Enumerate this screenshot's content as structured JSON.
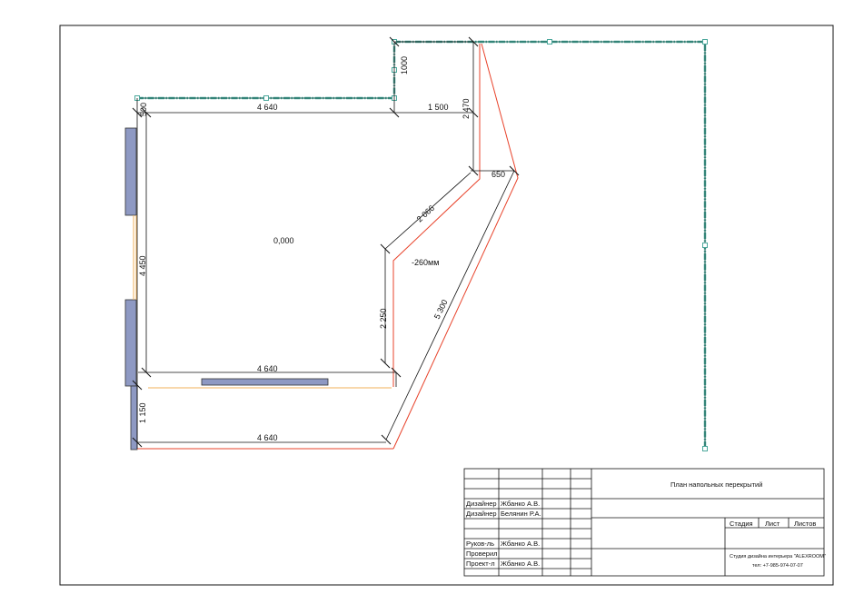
{
  "levels": {
    "main_floor": "0,000",
    "lowered_floor": "-260мм"
  },
  "dimensions": {
    "top_left_offset": "500",
    "top_width": "4 640",
    "step_height": "1000",
    "step_width": "1 500",
    "upper_right_height": "2 470",
    "small_width": "650",
    "diagonal_short": "2 066",
    "left_height": "4 450",
    "inner_height": "2 250",
    "diagonal_long": "5 300",
    "bottom_inner_width": "4 640",
    "bottom_offset": "1 150",
    "bottom_width": "4 640"
  },
  "title_block": {
    "drawing_title": "План напольных перекрытий",
    "rows": [
      {
        "role": "Дизайнер",
        "name": "Жбанко А.В."
      },
      {
        "role": "Дизайнер",
        "name": "Белянин Р.А."
      },
      {
        "role": "Руков-ль",
        "name": "Жбанко А.В."
      },
      {
        "role": "Проверил",
        "name": ""
      },
      {
        "role": "Проект-л",
        "name": "Жбанко А.В."
      }
    ],
    "stage_label": "Стадия",
    "sheet_label": "Лист",
    "sheets_label": "Листов",
    "studio": "Студия дизайна интерьера \"ALEXROOM\"",
    "phone": "тел: +7-985-974-07-07"
  },
  "colors": {
    "wall_outline": "#4ca89c",
    "floor_edge": "#e8432b",
    "window": "#8e99c3",
    "window_glass": "#f2b25a"
  }
}
